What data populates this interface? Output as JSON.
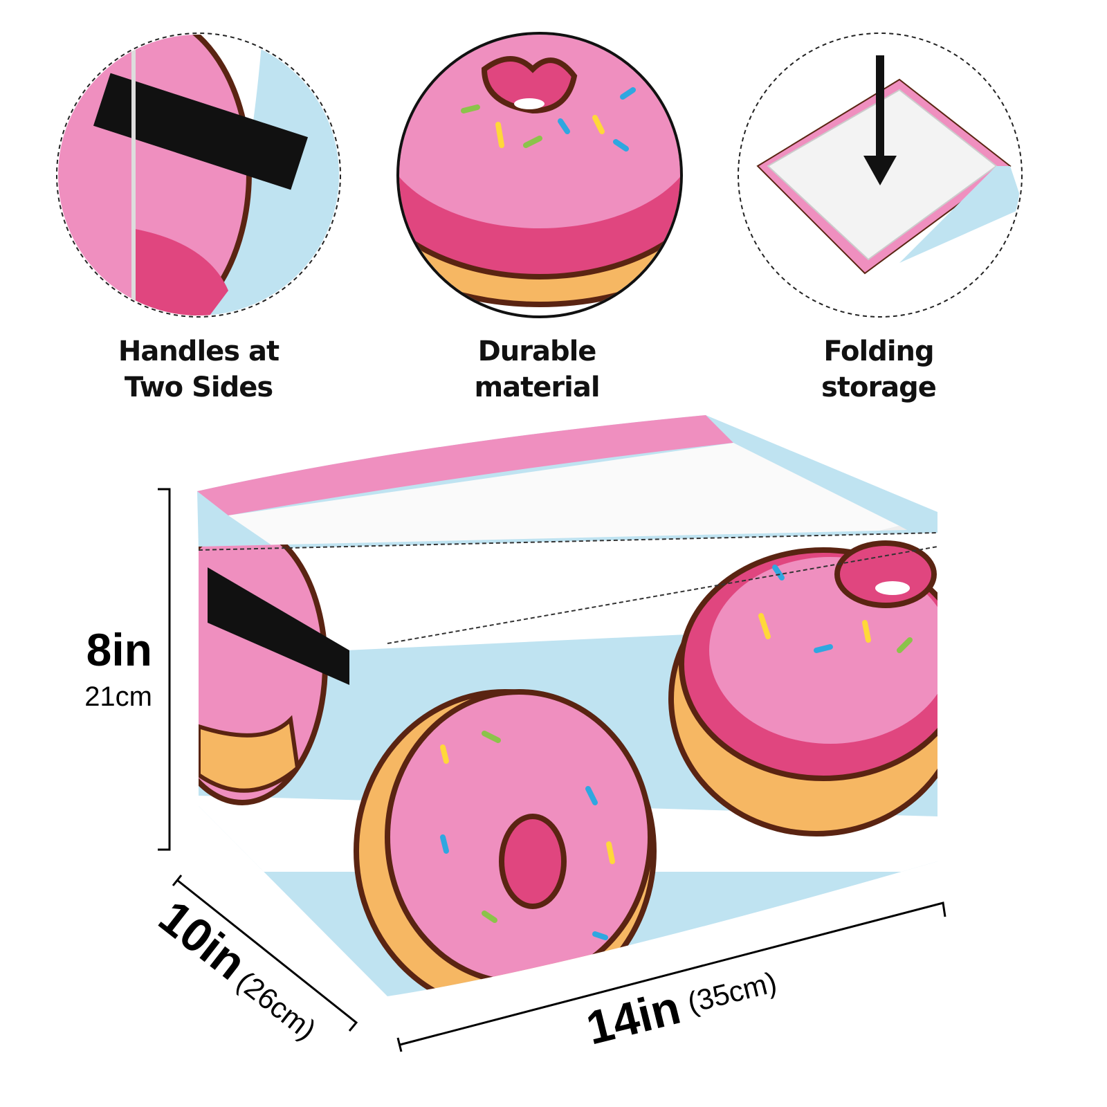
{
  "features": [
    {
      "line1": "Handles at",
      "line2": "Two Sides"
    },
    {
      "line1": "Durable",
      "line2": "material"
    },
    {
      "line1": "Folding",
      "line2": "storage"
    }
  ],
  "dimensions": {
    "height_in": "8in",
    "height_cm": "21cm",
    "depth_in": "10in",
    "depth_cm": "(26cm)",
    "width_in": "14in",
    "width_cm": "(35cm)"
  },
  "colors": {
    "pink": "#ef8fbf",
    "hot_pink": "#e0467f",
    "sky": "#bfe3f1",
    "dough": "#f6b763",
    "outline": "#5a2412"
  }
}
